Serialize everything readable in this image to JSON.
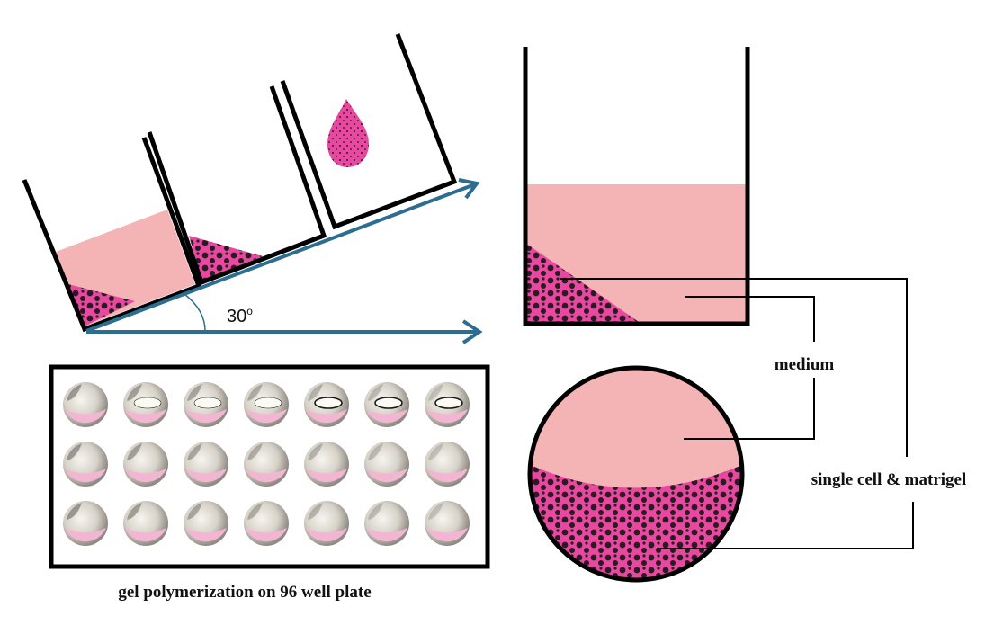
{
  "labels": {
    "angle": "30",
    "angle_unit": "o",
    "medium": "medium",
    "single_cell": "single cell & matrigel",
    "plate_caption": "gel polymerization on 96 well plate"
  },
  "plate": {
    "rows": 3,
    "columns": 7
  },
  "colors": {
    "medium": "#f4b3b4",
    "matrigel": "#e8489f",
    "cells": "#2a1a22",
    "arrow": "#2d6e90",
    "outline": "#000000"
  }
}
